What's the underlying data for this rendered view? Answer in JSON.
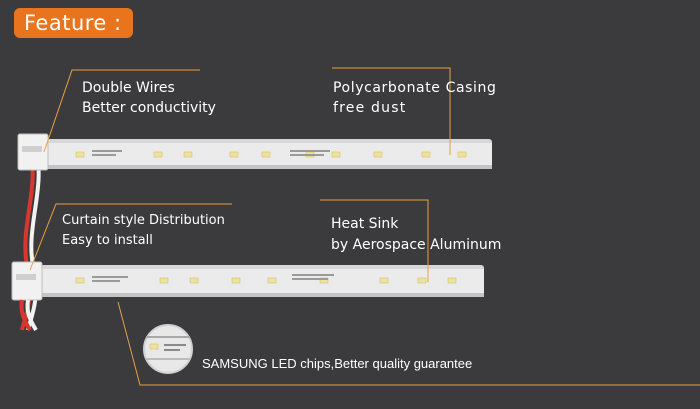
{
  "header": {
    "badge_label": "Feature :"
  },
  "callouts": [
    {
      "line1": "Double Wires",
      "line2": "Better conductivity"
    },
    {
      "line1": "Polycarbonate Casing",
      "line2": "free  dust"
    },
    {
      "line1": "Curtain style Distribution",
      "line2": "Easy to install"
    },
    {
      "line1": "Heat Sink",
      "line2": "by Aerospace Aluminum"
    }
  ],
  "footer_callout": "SAMSUNG LED chips,Better quality guarantee",
  "colors": {
    "background": "#3b3b3d",
    "badge": "#e8741e",
    "callout_line": "#e8a040",
    "strip": "#e6e6e6",
    "chip": "#f2e8a8",
    "wire_red": "#d9362f"
  }
}
